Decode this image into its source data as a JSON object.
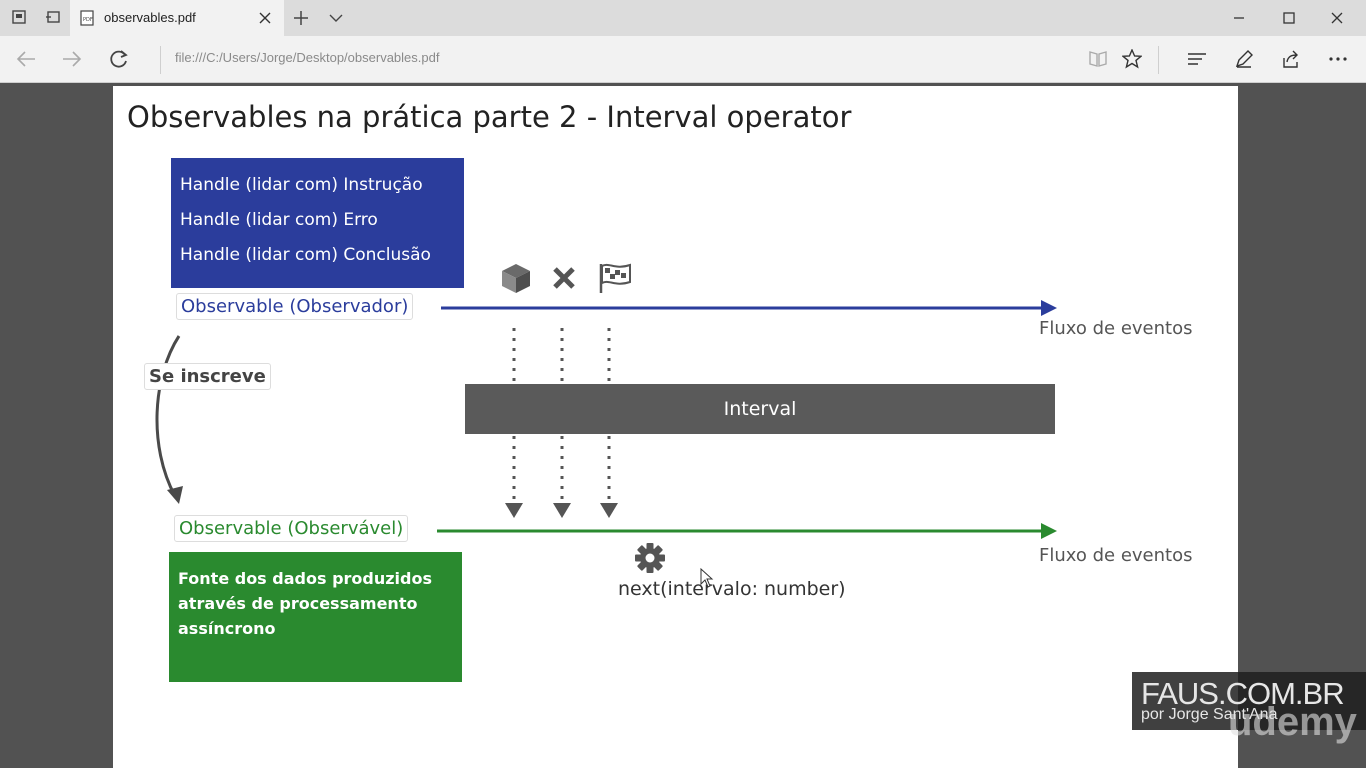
{
  "browser": {
    "tab_title": "observables.pdf",
    "address": "file:///C:/Users/Jorge/Desktop/observables.pdf"
  },
  "slide": {
    "title": "Observables na prática parte 2 - Interval operator",
    "handlers": [
      "Handle (lidar com) Instrução",
      "Handle (lidar com) Erro",
      "Handle (lidar com) Conclusão"
    ],
    "observer_label": "Observable (Observador)",
    "observable_label": "Observable (Observável)",
    "subscribe_label": "Se inscreve",
    "flow_label_top": "Fluxo de eventos",
    "flow_label_bottom": "Fluxo de eventos",
    "operator_label": "Interval",
    "data_source_text": [
      "Fonte dos dados produzidos",
      "através de processamento",
      "assíncrono"
    ],
    "next_label": "next(intervalo: number)",
    "icons": [
      "cube-icon",
      "cross-icon",
      "flag-icon",
      "gear-icon"
    ],
    "colors": {
      "blue": "#2b3d9c",
      "green": "#2a8a2f",
      "gray": "#5a5a5a"
    }
  },
  "watermark": {
    "site": "FAUS.COM.BR",
    "author": "por Jorge Sant'Ana",
    "brand": "udemy"
  }
}
